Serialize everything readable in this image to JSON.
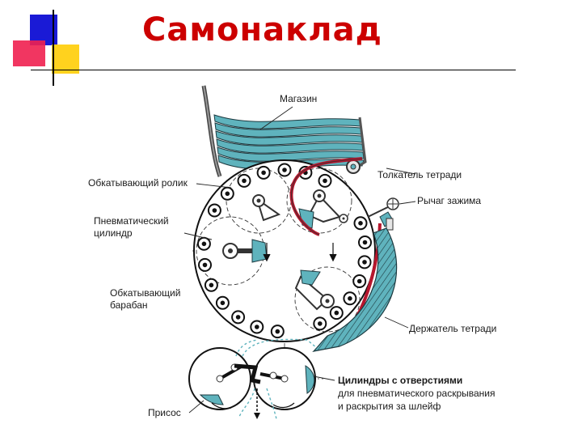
{
  "title": "Самонаклад",
  "colors": {
    "title": "#cc0000",
    "stack": "#5fb3bd",
    "accent_red": "#b5162d",
    "deco_blue": "#1a1ad6",
    "deco_red": "#f02050",
    "deco_yellow": "#ffd21e"
  },
  "labels": {
    "magazine": "Магазин",
    "roller": "Обкатывающий ролик",
    "pneumatic_line1": "Пневматический",
    "pneumatic_line2": "цилиндр",
    "drum_line1": "Обкатывающий",
    "drum_line2": "барабан",
    "pusher": "Толкатель тетради",
    "clamp": "Рычаг зажима",
    "holder": "Держатель тетради",
    "cylinders_line1": "Цилиндры с отверстиями",
    "cylinders_line2": "для пневматического раскрывания",
    "cylinders_line3": "и раскрытия за шлейф",
    "suction": "Присос"
  }
}
